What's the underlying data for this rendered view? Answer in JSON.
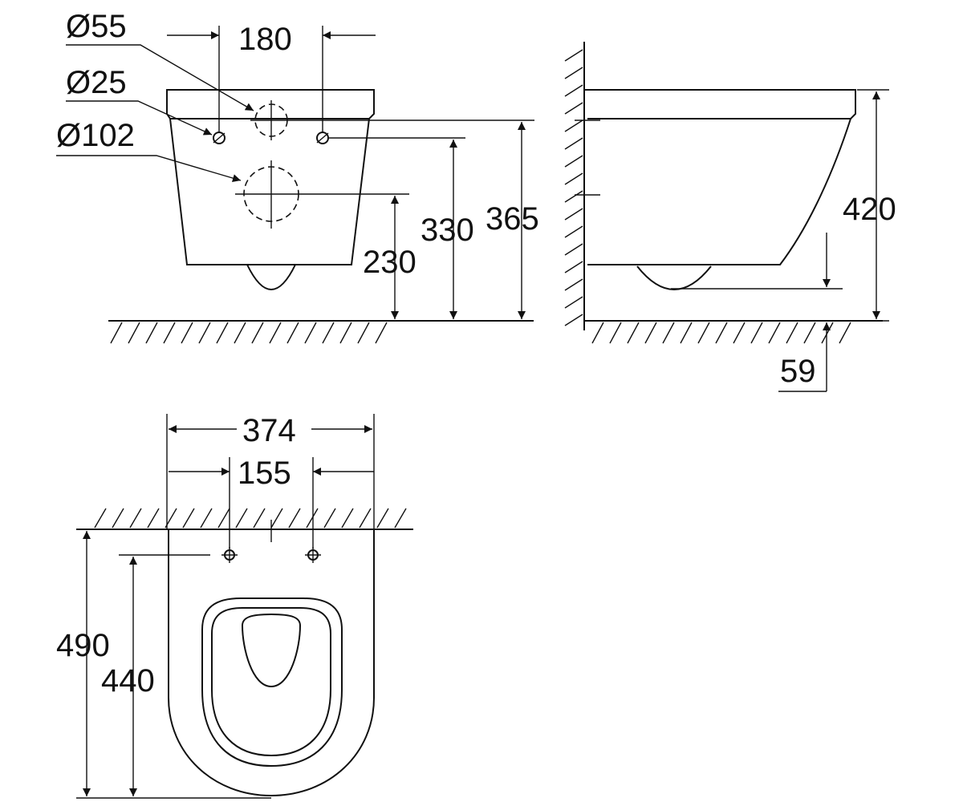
{
  "front_view": {
    "dim_outlet_dia": "Ø55",
    "dim_bolt_dia": "Ø25",
    "dim_inlet_dia": "Ø102",
    "dim_bolt_spacing": "180",
    "dim_inlet_height": "230",
    "dim_bolt_height": "330",
    "dim_top_height": "365"
  },
  "side_view": {
    "dim_height": "420",
    "dim_bottom_clearance": "59"
  },
  "top_view": {
    "dim_width": "374",
    "dim_bolt_spacing": "155",
    "dim_length": "490",
    "dim_bolt_to_front": "440"
  },
  "colors": {
    "line": "#111111",
    "background": "#ffffff"
  }
}
